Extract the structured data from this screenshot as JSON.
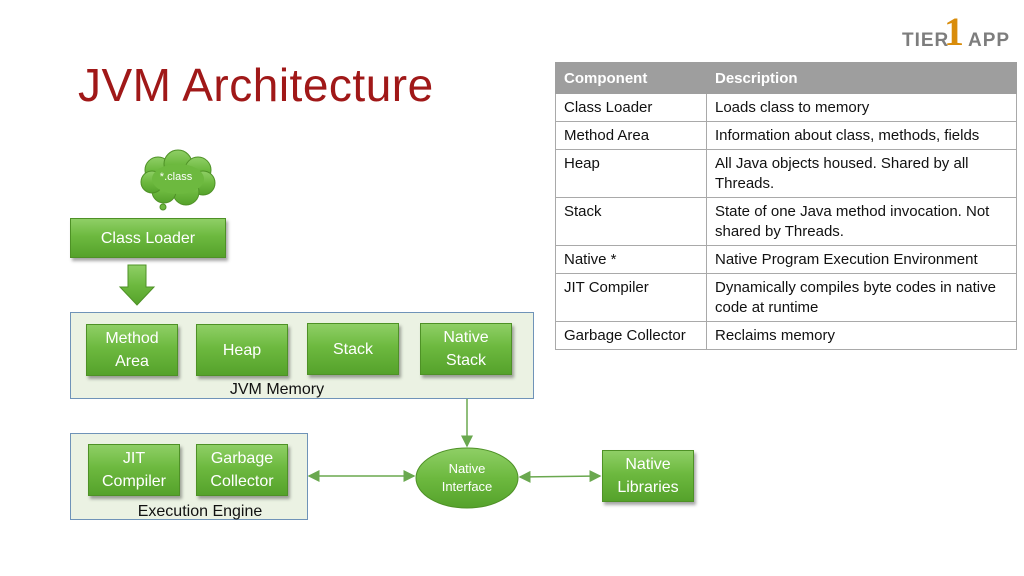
{
  "title": "JVM Architecture",
  "logo": {
    "part1": "TIER",
    "digit": "1",
    "part2": "APP"
  },
  "diagram": {
    "class_file": "*.class",
    "class_loader": "Class Loader",
    "memory": {
      "label": "JVM Memory",
      "items": [
        {
          "line1": "Method",
          "line2": "Area"
        },
        {
          "line1": "Heap",
          "line2": ""
        },
        {
          "line1": "Stack",
          "line2": ""
        },
        {
          "line1": "Native",
          "line2": "Stack"
        }
      ]
    },
    "engine": {
      "label": "Execution Engine",
      "items": [
        {
          "line1": "JIT",
          "line2": "Compiler"
        },
        {
          "line1": "Garbage",
          "line2": "Collector"
        }
      ]
    },
    "native_interface": {
      "line1": "Native",
      "line2": "Interface"
    },
    "native_libraries": {
      "line1": "Native",
      "line2": "Libraries"
    },
    "colors": {
      "box_green": "#6db93f",
      "panel_fill": "#ebf2e3",
      "arrow_green": "#6aa84f",
      "title_red": "#a01818"
    }
  },
  "table": {
    "headers": [
      "Component",
      "Description"
    ],
    "rows": [
      [
        "Class Loader",
        "Loads class to memory"
      ],
      [
        "Method Area",
        "Information about class, methods, fields"
      ],
      [
        "Heap",
        "All Java objects housed. Shared by all Threads."
      ],
      [
        "Stack",
        "State of one Java method invocation. Not shared by Threads."
      ],
      [
        "Native *",
        "Native Program Execution Environment"
      ],
      [
        "JIT Compiler",
        "Dynamically compiles byte codes in native code at runtime"
      ],
      [
        "Garbage Collector",
        "Reclaims memory"
      ]
    ]
  }
}
